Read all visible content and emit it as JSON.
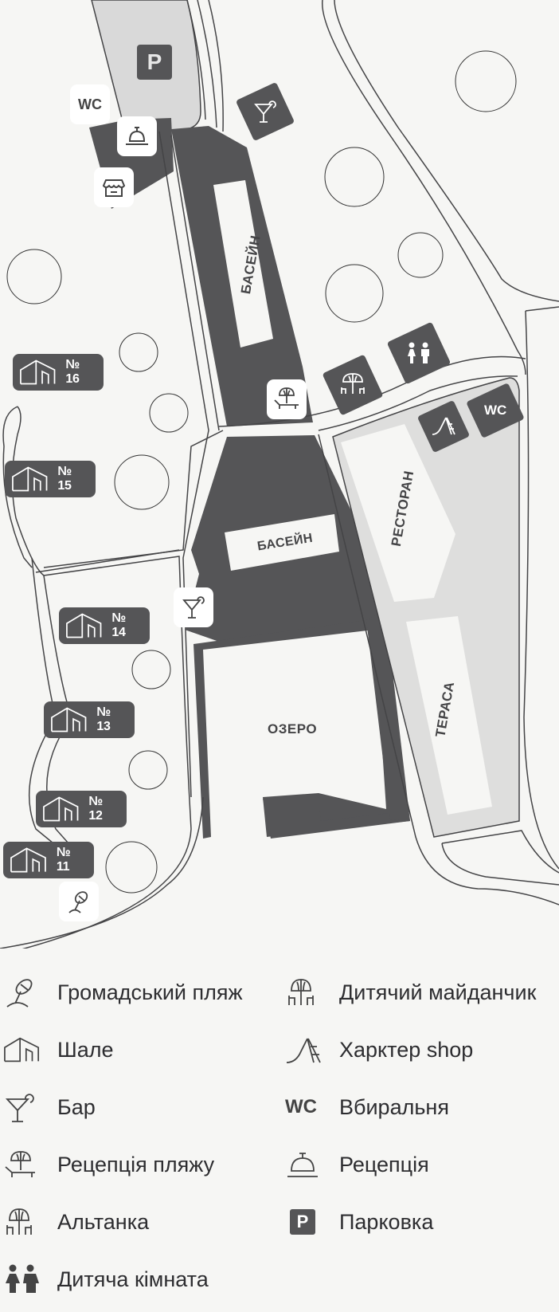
{
  "map": {
    "areas": {
      "pool_top": "БАСЕЙН",
      "pool_middle": "БАСЕЙН",
      "lake": "ОЗЕРО",
      "restaurant": "РЕСТОРАН",
      "terrace": "ТЕРАСА"
    },
    "markers": {
      "parking": "P",
      "wc_top": "WC",
      "wc_right": "WC"
    },
    "chalets": [
      {
        "number": "№ 16"
      },
      {
        "number": "№ 15"
      },
      {
        "number": "№ 14"
      },
      {
        "number": "№ 13"
      },
      {
        "number": "№ 12"
      },
      {
        "number": "№ 11"
      }
    ],
    "colors": {
      "background": "#f6f6f4",
      "building": "#555557",
      "parking_area": "#d9d9d9",
      "restaurant_area": "#dededd",
      "road_line": "#444446"
    }
  },
  "legend": {
    "items": [
      {
        "icon": "beach-umbrella-icon",
        "label": "Громадський пляж"
      },
      {
        "icon": "playground-gazebo-icon",
        "label": "Дитячий майданчик"
      },
      {
        "icon": "chalet-icon",
        "label": "Шале"
      },
      {
        "icon": "slide-icon",
        "label": "Харктер shop"
      },
      {
        "icon": "cocktail-icon",
        "label": "Бар"
      },
      {
        "icon": "wc-icon",
        "wc_text": "WC",
        "label": "Вбиральня"
      },
      {
        "icon": "beach-lounger-icon",
        "label": "Рецепція пляжу"
      },
      {
        "icon": "reception-bell-icon",
        "label": "Рецепція"
      },
      {
        "icon": "gazebo-icon",
        "label": "Альтанка"
      },
      {
        "icon": "parking-icon",
        "p_text": "P",
        "label": "Парковка"
      },
      {
        "icon": "kids-room-icon",
        "label": "Дитяча кімната"
      }
    ]
  }
}
